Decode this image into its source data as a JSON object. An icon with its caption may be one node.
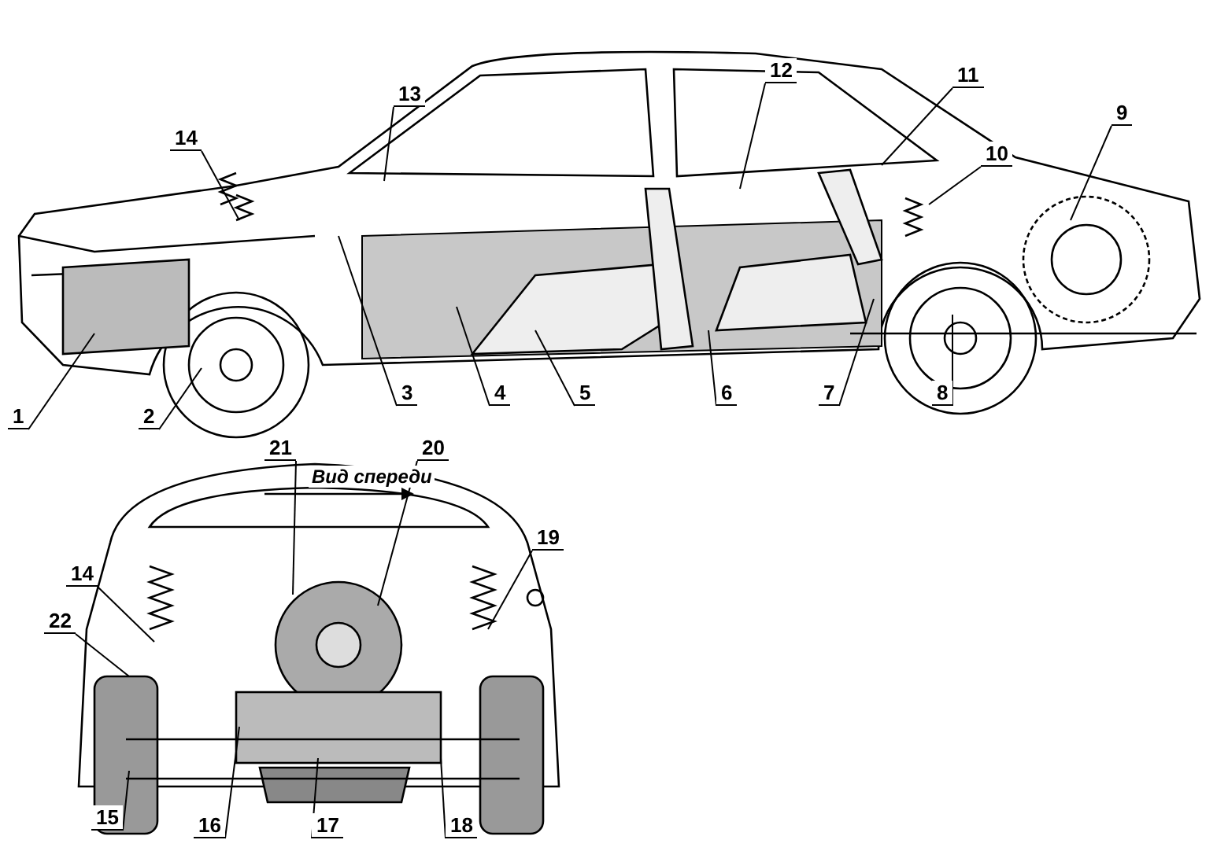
{
  "diagram": {
    "nodes": [
      {
        "text": [
          "14"
        ]
      },
      {
        "text": [
          "13"
        ]
      },
      {
        "text": [
          "12"
        ]
      },
      {
        "text": [
          "11"
        ]
      },
      {
        "text": [
          "10"
        ]
      },
      {
        "text": [
          "9"
        ]
      },
      {
        "text": [
          "1"
        ]
      },
      {
        "text": [
          "2"
        ]
      },
      {
        "text": [
          "3"
        ]
      },
      {
        "text": [
          "4"
        ]
      },
      {
        "text": [
          "5"
        ]
      },
      {
        "text": [
          "6"
        ]
      },
      {
        "text": [
          "7"
        ]
      },
      {
        "text": [
          "8"
        ]
      },
      {
        "text": [
          "21"
        ]
      },
      {
        "text": [
          "20"
        ]
      },
      {
        "text": [
          "19"
        ]
      },
      {
        "text": [
          "14"
        ]
      },
      {
        "text": [
          "22"
        ]
      },
      {
        "text": [
          "15"
        ]
      },
      {
        "text": [
          "16"
        ]
      },
      {
        "text": [
          "17"
        ]
      },
      {
        "text": [
          "18"
        ]
      }
    ],
    "edges": [
      {
        "from": 0,
        "to": null,
        "arrow": "none"
      },
      {
        "from": 1,
        "to": null,
        "arrow": "none"
      },
      {
        "from": 2,
        "to": null,
        "arrow": "none"
      },
      {
        "from": 3,
        "to": null,
        "arrow": "none"
      },
      {
        "from": 4,
        "to": null,
        "arrow": "none"
      },
      {
        "from": 5,
        "to": null,
        "arrow": "none"
      },
      {
        "from": 6,
        "to": null,
        "arrow": "none"
      },
      {
        "from": 7,
        "to": null,
        "arrow": "none"
      },
      {
        "from": 8,
        "to": null,
        "arrow": "none"
      },
      {
        "from": 9,
        "to": null,
        "arrow": "none"
      },
      {
        "from": 10,
        "to": null,
        "arrow": "none"
      },
      {
        "from": 11,
        "to": null,
        "arrow": "none"
      },
      {
        "from": 12,
        "to": null,
        "arrow": "none"
      },
      {
        "from": 13,
        "to": null,
        "arrow": "none"
      },
      {
        "from": 14,
        "to": null,
        "arrow": "none"
      },
      {
        "from": 15,
        "to": null,
        "arrow": "none"
      },
      {
        "from": 16,
        "to": null,
        "arrow": "none"
      },
      {
        "from": 17,
        "to": null,
        "arrow": "none"
      },
      {
        "from": 18,
        "to": null,
        "arrow": "none"
      },
      {
        "from": 19,
        "to": null,
        "arrow": "none"
      },
      {
        "from": 20,
        "to": null,
        "arrow": "none"
      },
      {
        "from": 21,
        "to": null,
        "arrow": "none"
      },
      {
        "from": 22,
        "to": null,
        "arrow": "none"
      }
    ],
    "labels": [
      "Вид спереди"
    ]
  }
}
